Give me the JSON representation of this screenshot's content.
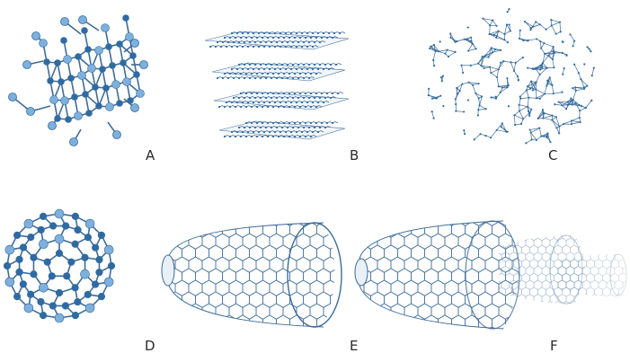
{
  "colors": {
    "bond": "#3e6c97",
    "atom_dark": "#2f6aa3",
    "atom_light": "#7fb0dc",
    "label": "#2a2a2a"
  },
  "panels": [
    {
      "id": "A",
      "label": "A"
    },
    {
      "id": "B",
      "label": "B"
    },
    {
      "id": "C",
      "label": "C"
    },
    {
      "id": "D",
      "label": "D"
    },
    {
      "id": "E",
      "label": "E"
    },
    {
      "id": "F",
      "label": "F"
    }
  ]
}
